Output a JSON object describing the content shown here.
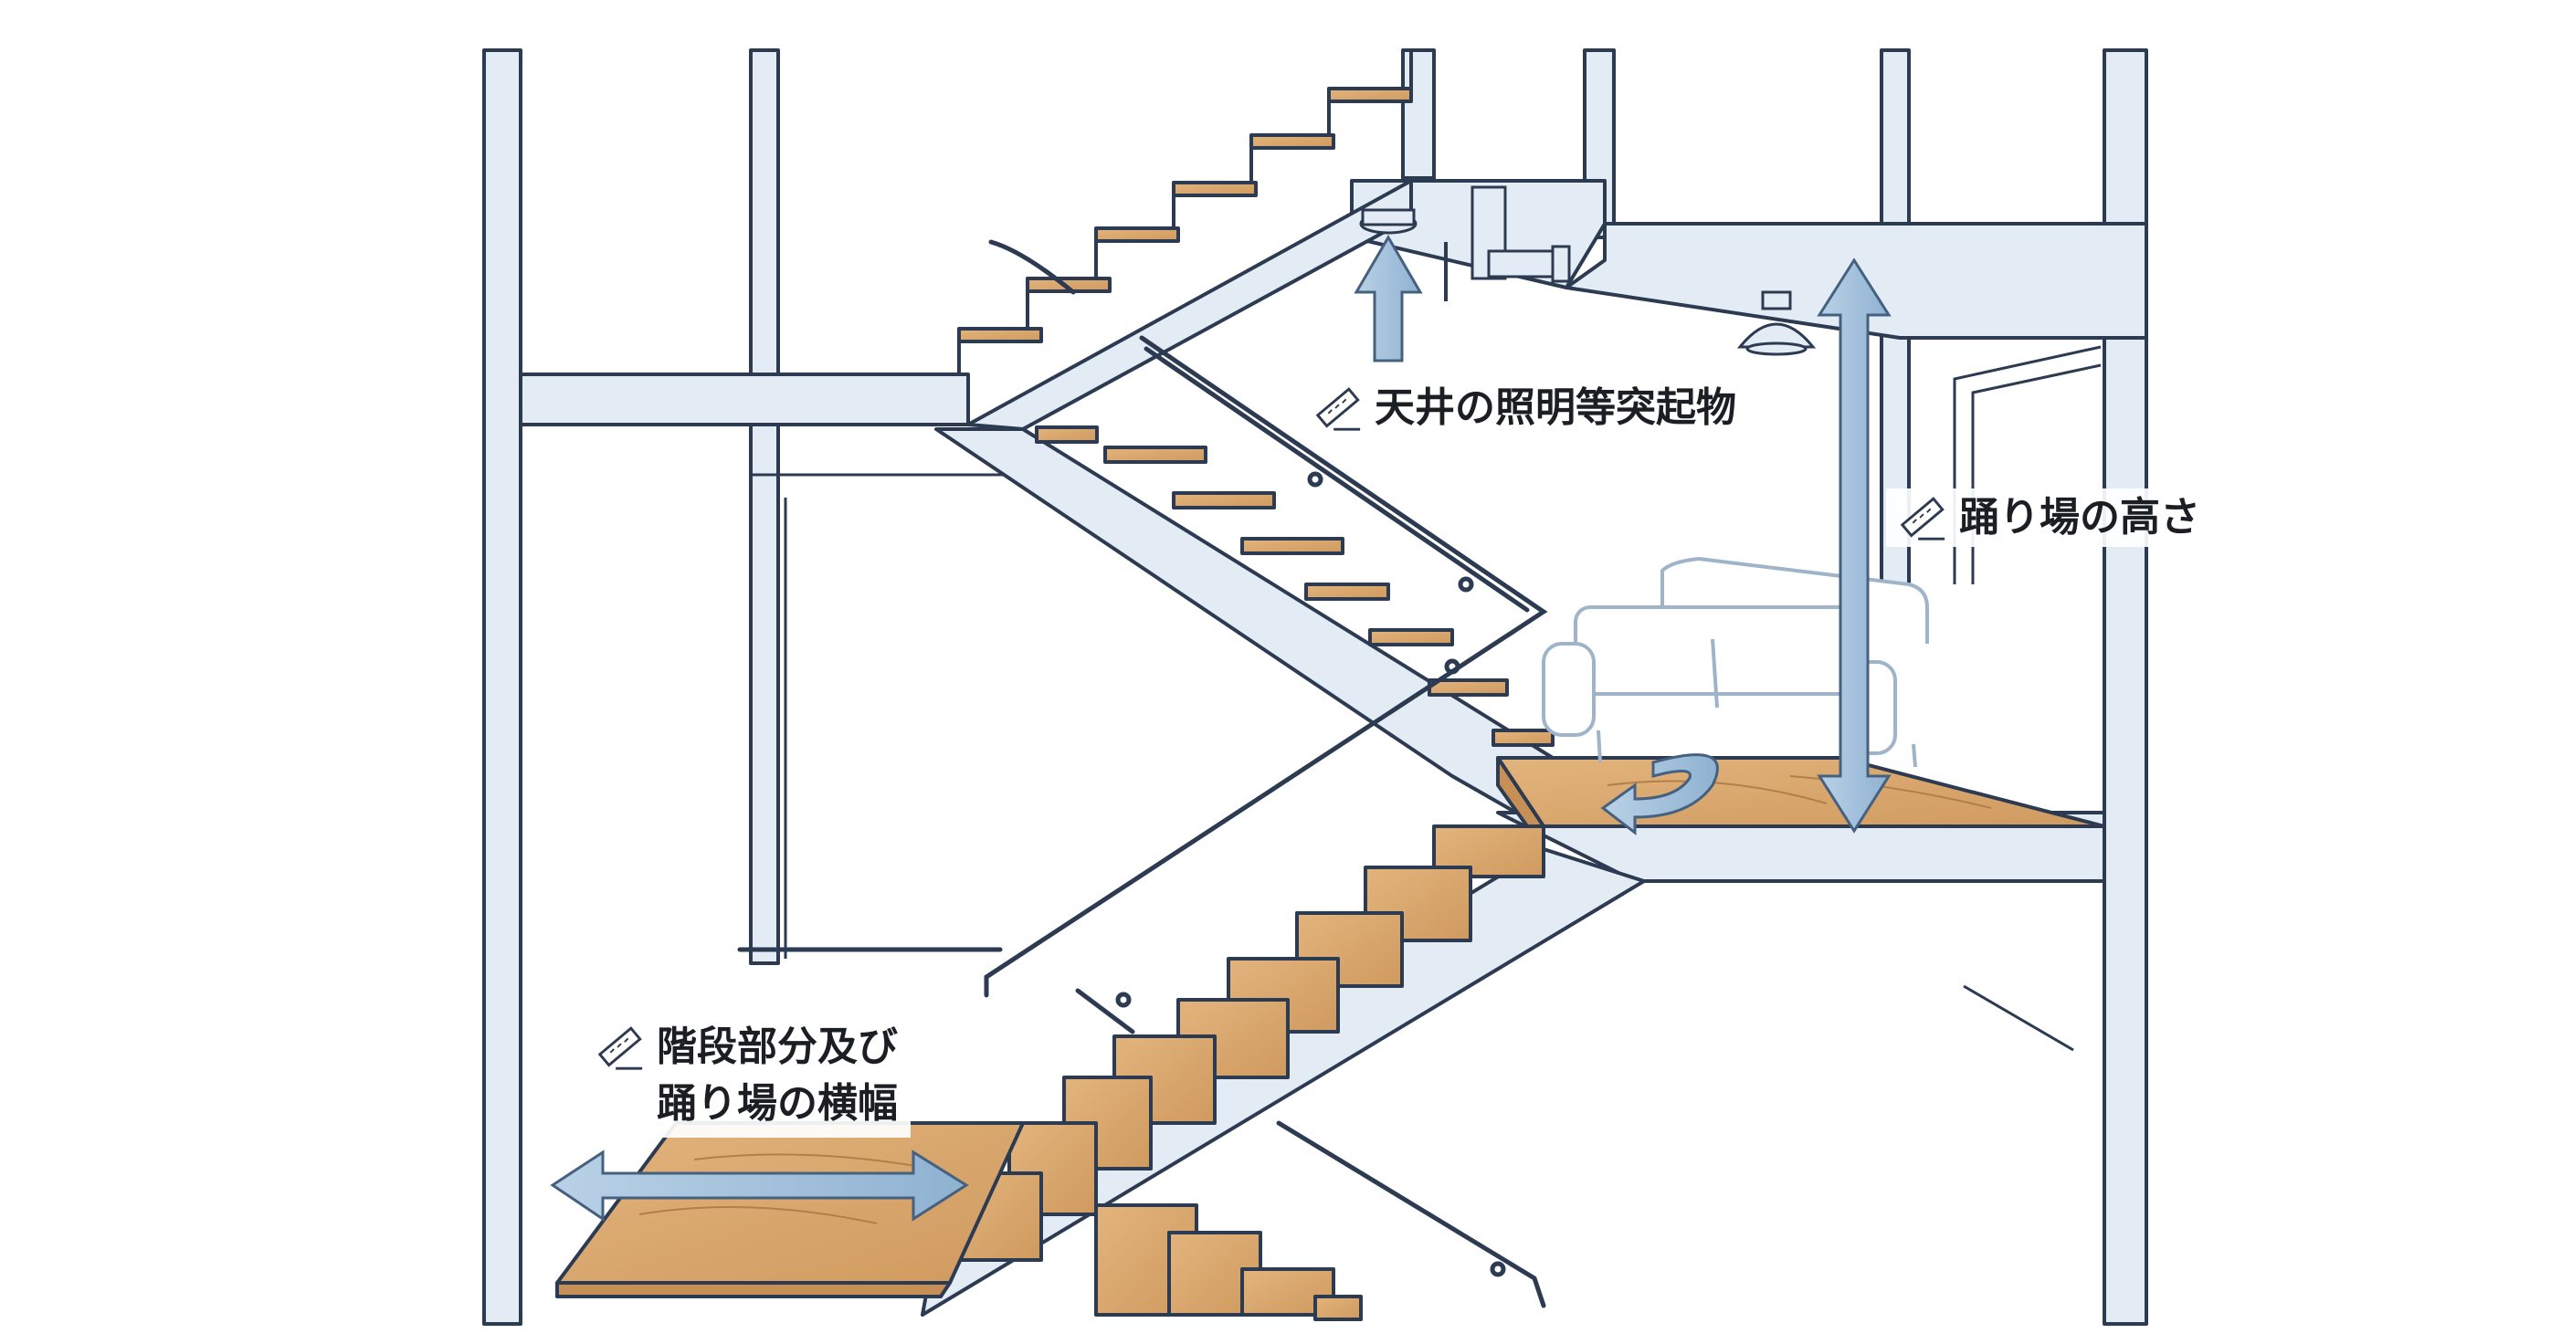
{
  "labels": {
    "ceiling": "天井の照明等突起物",
    "landing_height": "踊り場の高さ",
    "width_line1": "階段部分及び",
    "width_line2": "踊り場の横幅"
  },
  "icons": {
    "ruler": "ruler-icon",
    "up_arrow": "arrow-up-icon",
    "double_vertical": "double-arrow-vertical-icon",
    "double_horizontal": "double-arrow-horizontal-icon",
    "turn": "turn-arrow-icon"
  },
  "colors": {
    "line": "#2c3a52",
    "frame_fill": "#e3ecf4",
    "wood": "#d9a870",
    "wood_dark": "#c58f55",
    "arrow": "#9cbcd8",
    "arrow_stroke": "#45617f"
  }
}
